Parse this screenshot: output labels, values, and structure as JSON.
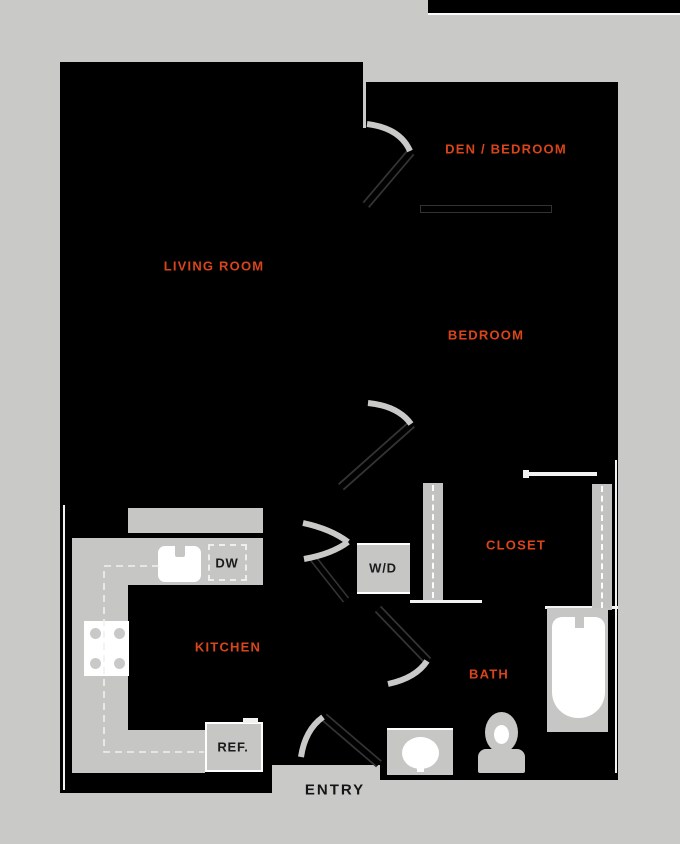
{
  "plan": {
    "title": "apartment-floor-plan",
    "accent_color": "#d9441a",
    "plan_color": "#000000",
    "background_color": "#c9cac8",
    "fixture_gray": "#c6c7c5"
  },
  "rooms": {
    "living": {
      "label": "LIVING ROOM"
    },
    "den": {
      "label": "DEN / BEDROOM"
    },
    "bedroom": {
      "label": "BEDROOM"
    },
    "closet": {
      "label": "CLOSET"
    },
    "kitchen": {
      "label": "KITCHEN"
    },
    "bath": {
      "label": "BATH"
    }
  },
  "fixtures": {
    "dishwasher": {
      "label": "DW"
    },
    "washer_dryer": {
      "label": "W/D"
    },
    "refrigerator": {
      "label": "REF."
    },
    "entry": {
      "label": "ENTRY"
    }
  }
}
